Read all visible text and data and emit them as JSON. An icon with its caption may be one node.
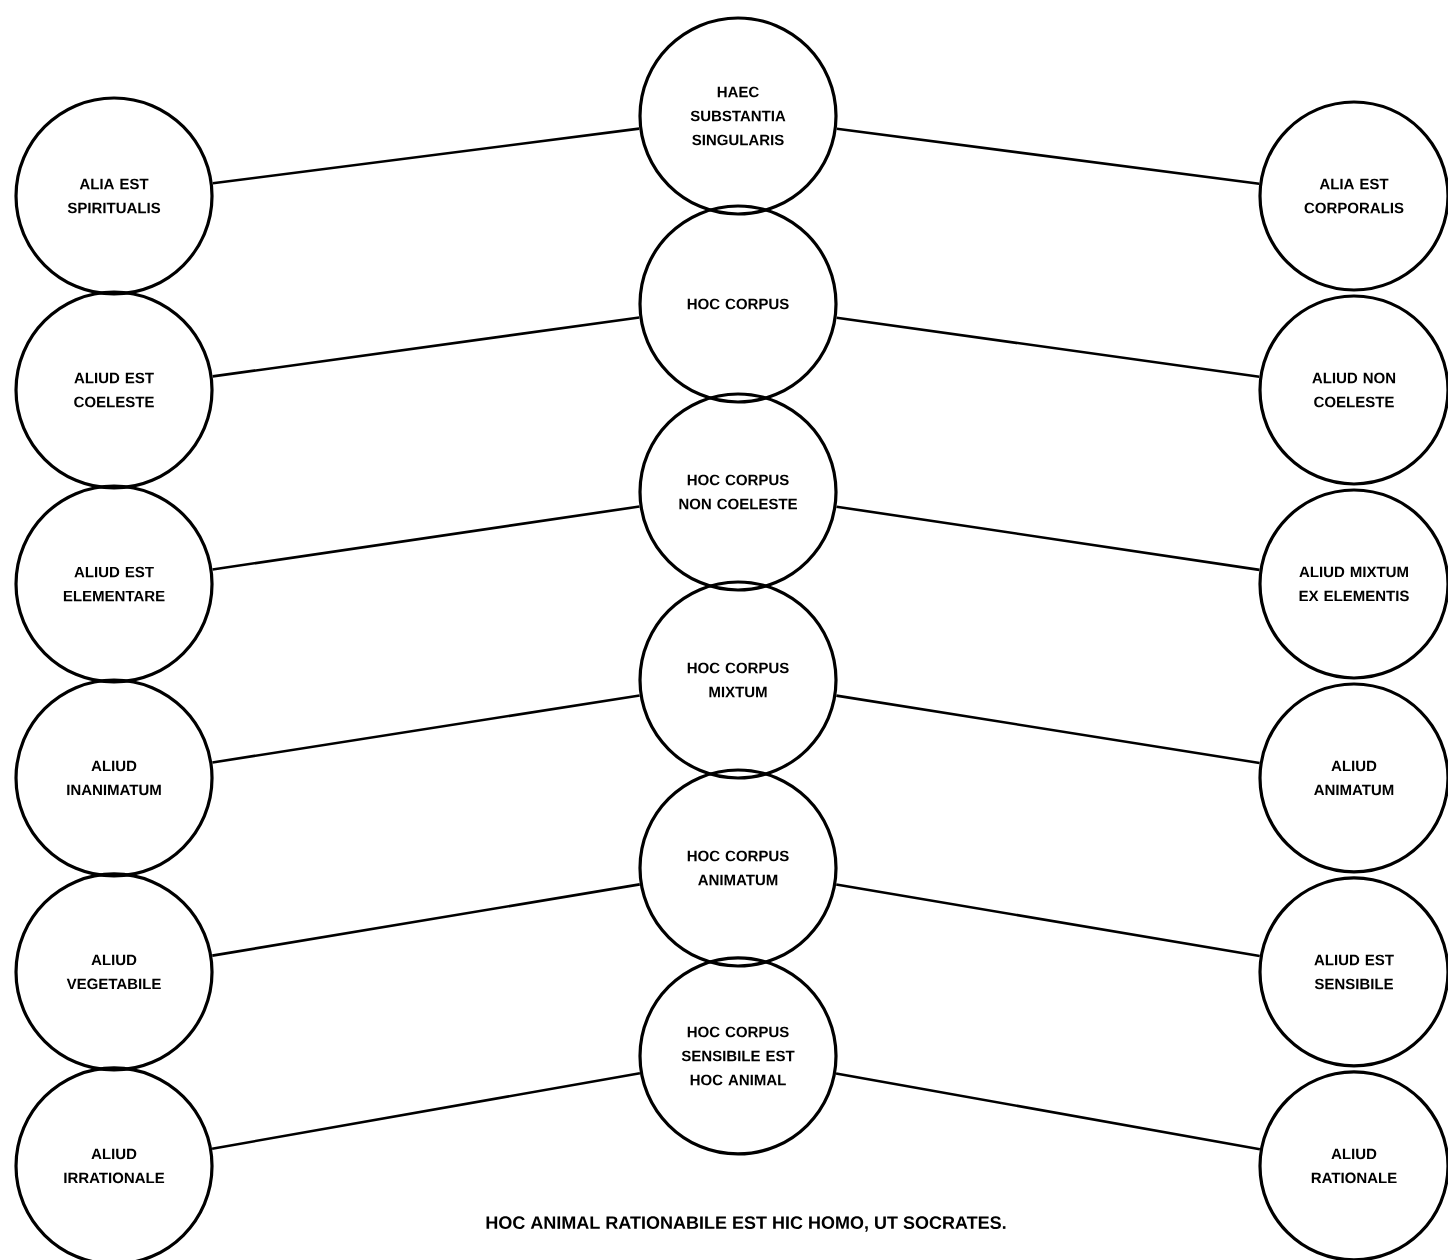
{
  "diagram": {
    "caption": "HOC ANIMAL RATIONABILE EST HIC HOMO, UT SOCRATES.",
    "nodes": [
      {
        "text": [
          "HAEC SUBSTANTIA SINGULARIS"
        ]
      },
      {
        "text": [
          "ALIA EST SPIRITUALIS"
        ]
      },
      {
        "text": [
          "ALIA EST CORPORALIS"
        ]
      },
      {
        "text": [
          "HOC CORPUS"
        ]
      },
      {
        "text": [
          "ALIUD EST COELESTE"
        ]
      },
      {
        "text": [
          "ALIUD NON COELESTE"
        ]
      },
      {
        "text": [
          "HOC CORPUS NON COELESTE"
        ]
      },
      {
        "text": [
          "ALIUD EST ELEMENTARE"
        ]
      },
      {
        "text": [
          "ALIUD MIXTUM EX ELEMENTIS"
        ]
      },
      {
        "text": [
          "HOC CORPUS MIXTUM"
        ]
      },
      {
        "text": [
          "ALIUD INANIMATUM"
        ]
      },
      {
        "text": [
          "ALIUD ANIMATUM"
        ]
      },
      {
        "text": [
          "HOC CORPUS ANIMATUM"
        ]
      },
      {
        "text": [
          "ALIUD VEGETABILE"
        ]
      },
      {
        "text": [
          "ALIUD EST SENSIBILE"
        ]
      },
      {
        "text": [
          "HOC CORPUS SENSIBILE EST HOC ANIMAL"
        ]
      },
      {
        "text": [
          "ALIUD IRRATIONALE"
        ]
      },
      {
        "text": [
          "ALIUD RATIONALE"
        ]
      }
    ],
    "edges": [
      {
        "from": 0,
        "to": 1,
        "arrow": "none"
      },
      {
        "from": 0,
        "to": 2,
        "arrow": "none"
      },
      {
        "from": 3,
        "to": 4,
        "arrow": "none"
      },
      {
        "from": 3,
        "to": 5,
        "arrow": "none"
      },
      {
        "from": 6,
        "to": 7,
        "arrow": "none"
      },
      {
        "from": 6,
        "to": 8,
        "arrow": "none"
      },
      {
        "from": 9,
        "to": 10,
        "arrow": "none"
      },
      {
        "from": 9,
        "to": 11,
        "arrow": "none"
      },
      {
        "from": 12,
        "to": 13,
        "arrow": "none"
      },
      {
        "from": 12,
        "to": 14,
        "arrow": "none"
      },
      {
        "from": 15,
        "to": 16,
        "arrow": "none"
      },
      {
        "from": 15,
        "to": 17,
        "arrow": "none"
      }
    ]
  }
}
